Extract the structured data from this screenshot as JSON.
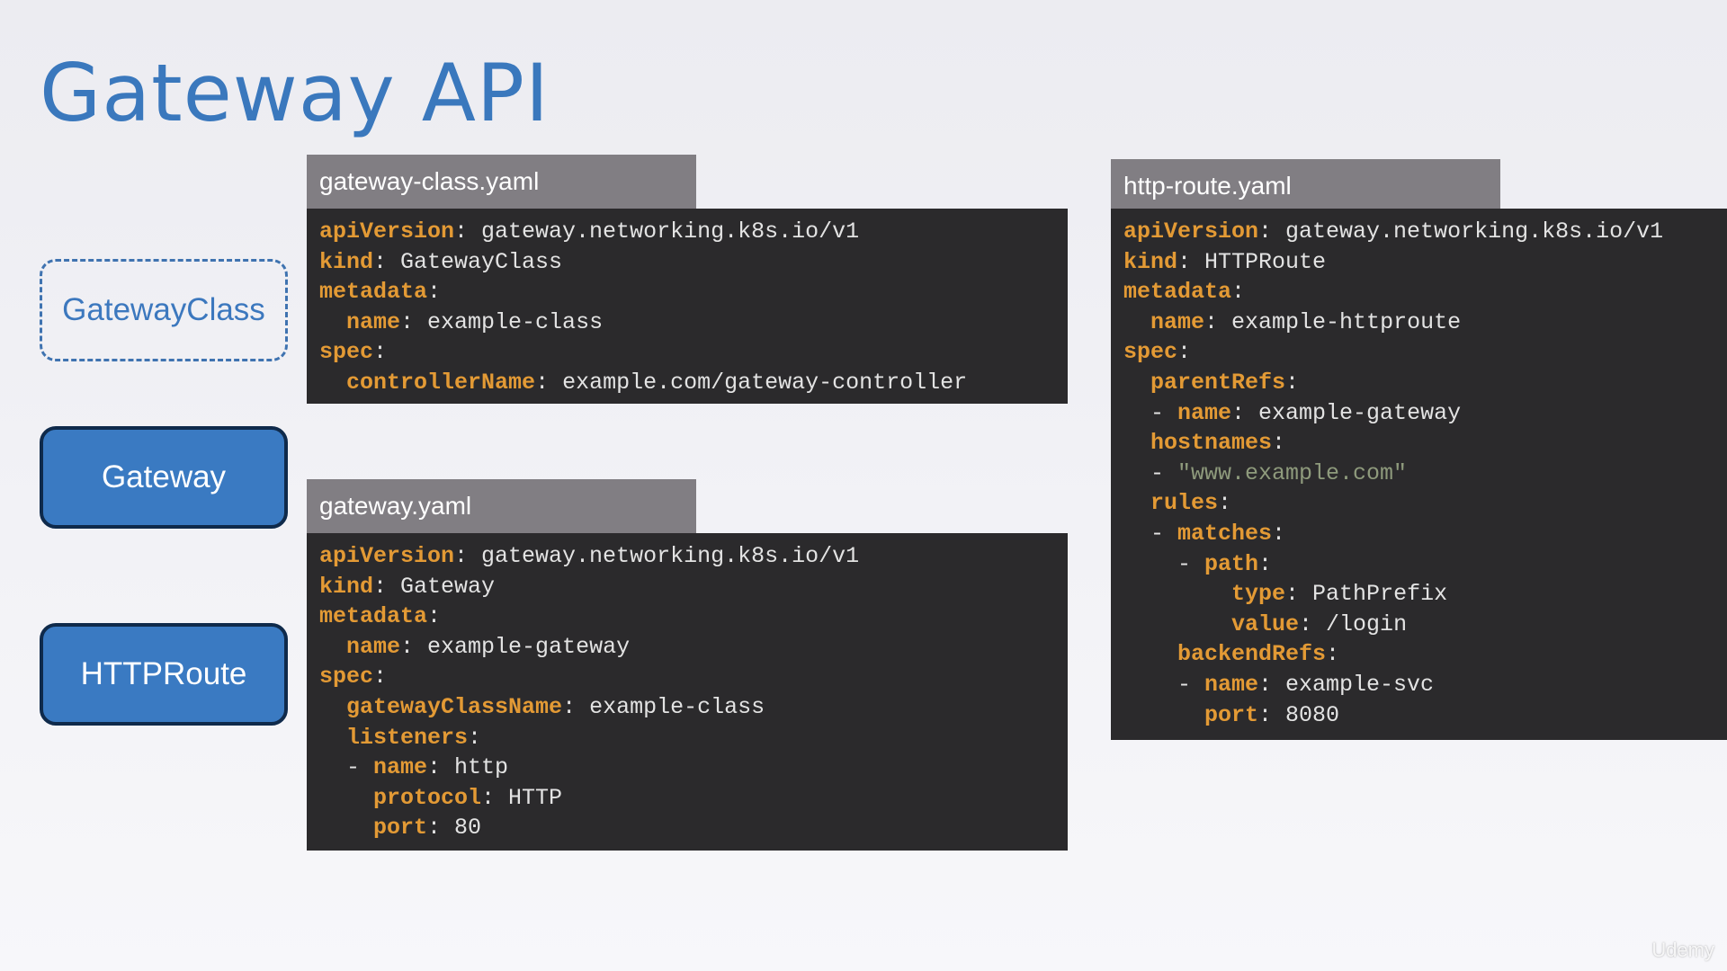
{
  "slide": {
    "title": "Gateway API",
    "resources": {
      "gateway_class": "GatewayClass",
      "gateway": "Gateway",
      "http_route": "HTTPRoute"
    },
    "files": {
      "gateway_class": {
        "filename": "gateway-class.yaml",
        "lines": [
          [
            {
              "t": "apiVersion",
              "k": true
            },
            {
              "t": ": gateway.networking.k8s.io/v1"
            }
          ],
          [
            {
              "t": "kind",
              "k": true
            },
            {
              "t": ": GatewayClass"
            }
          ],
          [
            {
              "t": "metadata",
              "k": true
            },
            {
              "t": ":"
            }
          ],
          [
            {
              "t": "  "
            },
            {
              "t": "name",
              "k": true
            },
            {
              "t": ": example-class"
            }
          ],
          [
            {
              "t": "spec",
              "k": true
            },
            {
              "t": ":"
            }
          ],
          [
            {
              "t": "  "
            },
            {
              "t": "controllerName",
              "k": true
            },
            {
              "t": ": example.com/gateway-controller"
            }
          ]
        ]
      },
      "gateway": {
        "filename": "gateway.yaml",
        "lines": [
          [
            {
              "t": "apiVersion",
              "k": true
            },
            {
              "t": ": gateway.networking.k8s.io/v1"
            }
          ],
          [
            {
              "t": "kind",
              "k": true
            },
            {
              "t": ": Gateway"
            }
          ],
          [
            {
              "t": "metadata",
              "k": true
            },
            {
              "t": ":"
            }
          ],
          [
            {
              "t": "  "
            },
            {
              "t": "name",
              "k": true
            },
            {
              "t": ": example-gateway"
            }
          ],
          [
            {
              "t": "spec",
              "k": true
            },
            {
              "t": ":"
            }
          ],
          [
            {
              "t": "  "
            },
            {
              "t": "gatewayClassName",
              "k": true
            },
            {
              "t": ": example-class"
            }
          ],
          [
            {
              "t": "  "
            },
            {
              "t": "listeners",
              "k": true
            },
            {
              "t": ":"
            }
          ],
          [
            {
              "t": "  - "
            },
            {
              "t": "name",
              "k": true
            },
            {
              "t": ": http"
            }
          ],
          [
            {
              "t": "    "
            },
            {
              "t": "protocol",
              "k": true
            },
            {
              "t": ": HTTP"
            }
          ],
          [
            {
              "t": "    "
            },
            {
              "t": "port",
              "k": true
            },
            {
              "t": ": 80"
            }
          ]
        ]
      },
      "http_route": {
        "filename": "http-route.yaml",
        "lines": [
          [
            {
              "t": "apiVersion",
              "k": true
            },
            {
              "t": ": gateway.networking.k8s.io/v1"
            }
          ],
          [
            {
              "t": "kind",
              "k": true
            },
            {
              "t": ": HTTPRoute"
            }
          ],
          [
            {
              "t": "metadata",
              "k": true
            },
            {
              "t": ":"
            }
          ],
          [
            {
              "t": "  "
            },
            {
              "t": "name",
              "k": true
            },
            {
              "t": ": example-httproute"
            }
          ],
          [
            {
              "t": "spec",
              "k": true
            },
            {
              "t": ":"
            }
          ],
          [
            {
              "t": "  "
            },
            {
              "t": "parentRefs",
              "k": true
            },
            {
              "t": ":"
            }
          ],
          [
            {
              "t": "  - "
            },
            {
              "t": "name",
              "k": true
            },
            {
              "t": ": example-gateway"
            }
          ],
          [
            {
              "t": "  "
            },
            {
              "t": "hostnames",
              "k": true
            },
            {
              "t": ":"
            }
          ],
          [
            {
              "t": "  - "
            },
            {
              "t": "\"www.example.com\"",
              "s": true
            }
          ],
          [
            {
              "t": "  "
            },
            {
              "t": "rules",
              "k": true
            },
            {
              "t": ":"
            }
          ],
          [
            {
              "t": "  - "
            },
            {
              "t": "matches",
              "k": true
            },
            {
              "t": ":"
            }
          ],
          [
            {
              "t": "    - "
            },
            {
              "t": "path",
              "k": true
            },
            {
              "t": ":"
            }
          ],
          [
            {
              "t": "        "
            },
            {
              "t": "type",
              "k": true
            },
            {
              "t": ": PathPrefix"
            }
          ],
          [
            {
              "t": "        "
            },
            {
              "t": "value",
              "k": true
            },
            {
              "t": ": /login"
            }
          ],
          [
            {
              "t": "    "
            },
            {
              "t": "backendRefs",
              "k": true
            },
            {
              "t": ":"
            }
          ],
          [
            {
              "t": "    - "
            },
            {
              "t": "name",
              "k": true
            },
            {
              "t": ": example-svc"
            }
          ],
          [
            {
              "t": "      "
            },
            {
              "t": "port",
              "k": true
            },
            {
              "t": ": 8080"
            }
          ]
        ]
      }
    },
    "watermark": "Udemy",
    "colors": {
      "title": "#3a78bd",
      "resource_fill": "#3a7ac2",
      "resource_border": "#0f2a4b",
      "tab_bg": "#817e83",
      "code_bg": "#2b2a2c",
      "code_key": "#e39a35",
      "code_text": "#e3e3e3",
      "code_string": "#8e9a7c"
    }
  }
}
